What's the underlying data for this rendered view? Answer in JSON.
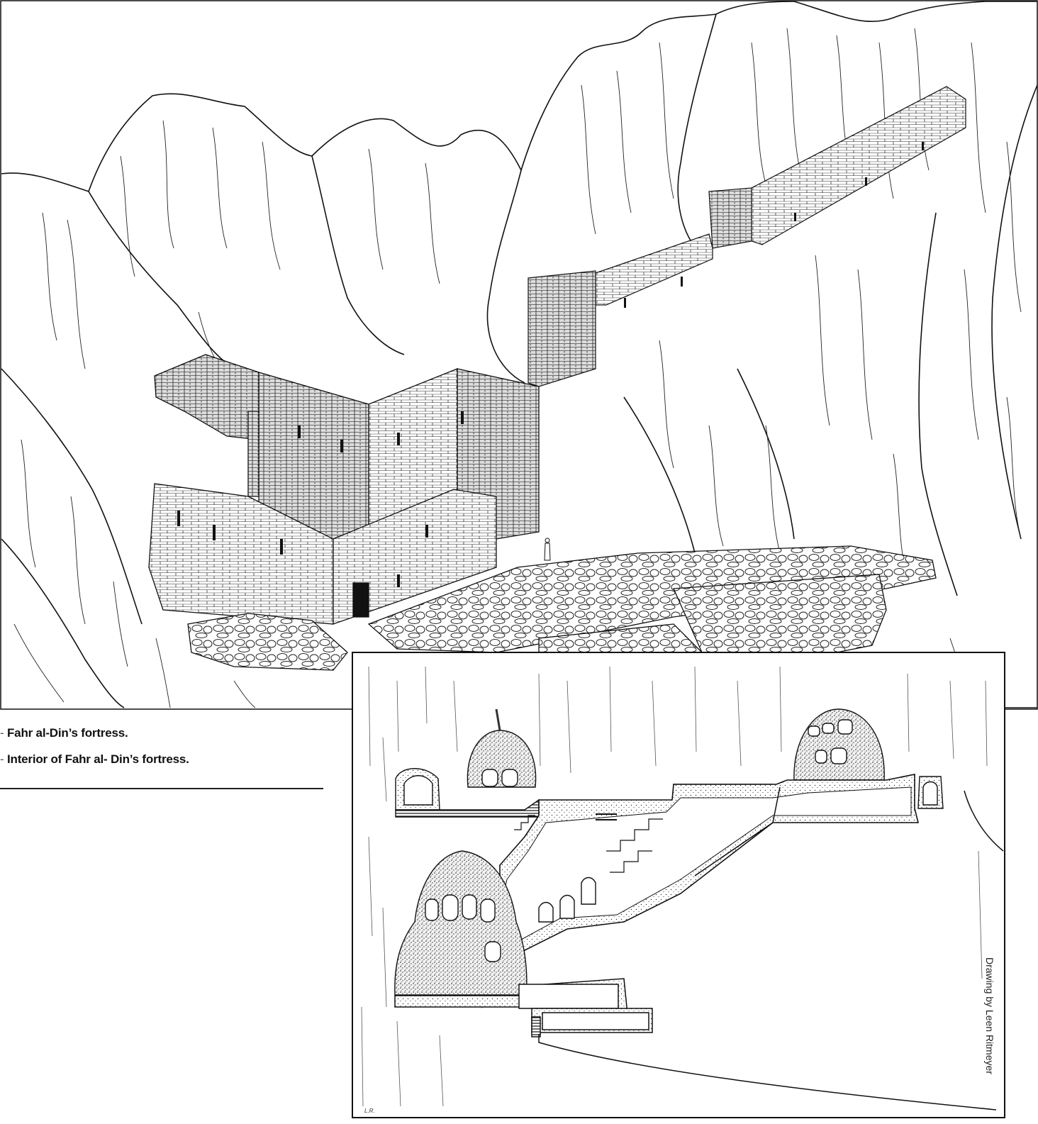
{
  "captions": {
    "fortress": "Fahr al-Din’s  fortress.",
    "interior": "Interior of Fahr al- Din’s fortress."
  },
  "credit": "Drawing by Leen Ritmeyer",
  "initials": "L.R.",
  "colors": {
    "ink": "#111111",
    "paper": "#ffffff"
  }
}
